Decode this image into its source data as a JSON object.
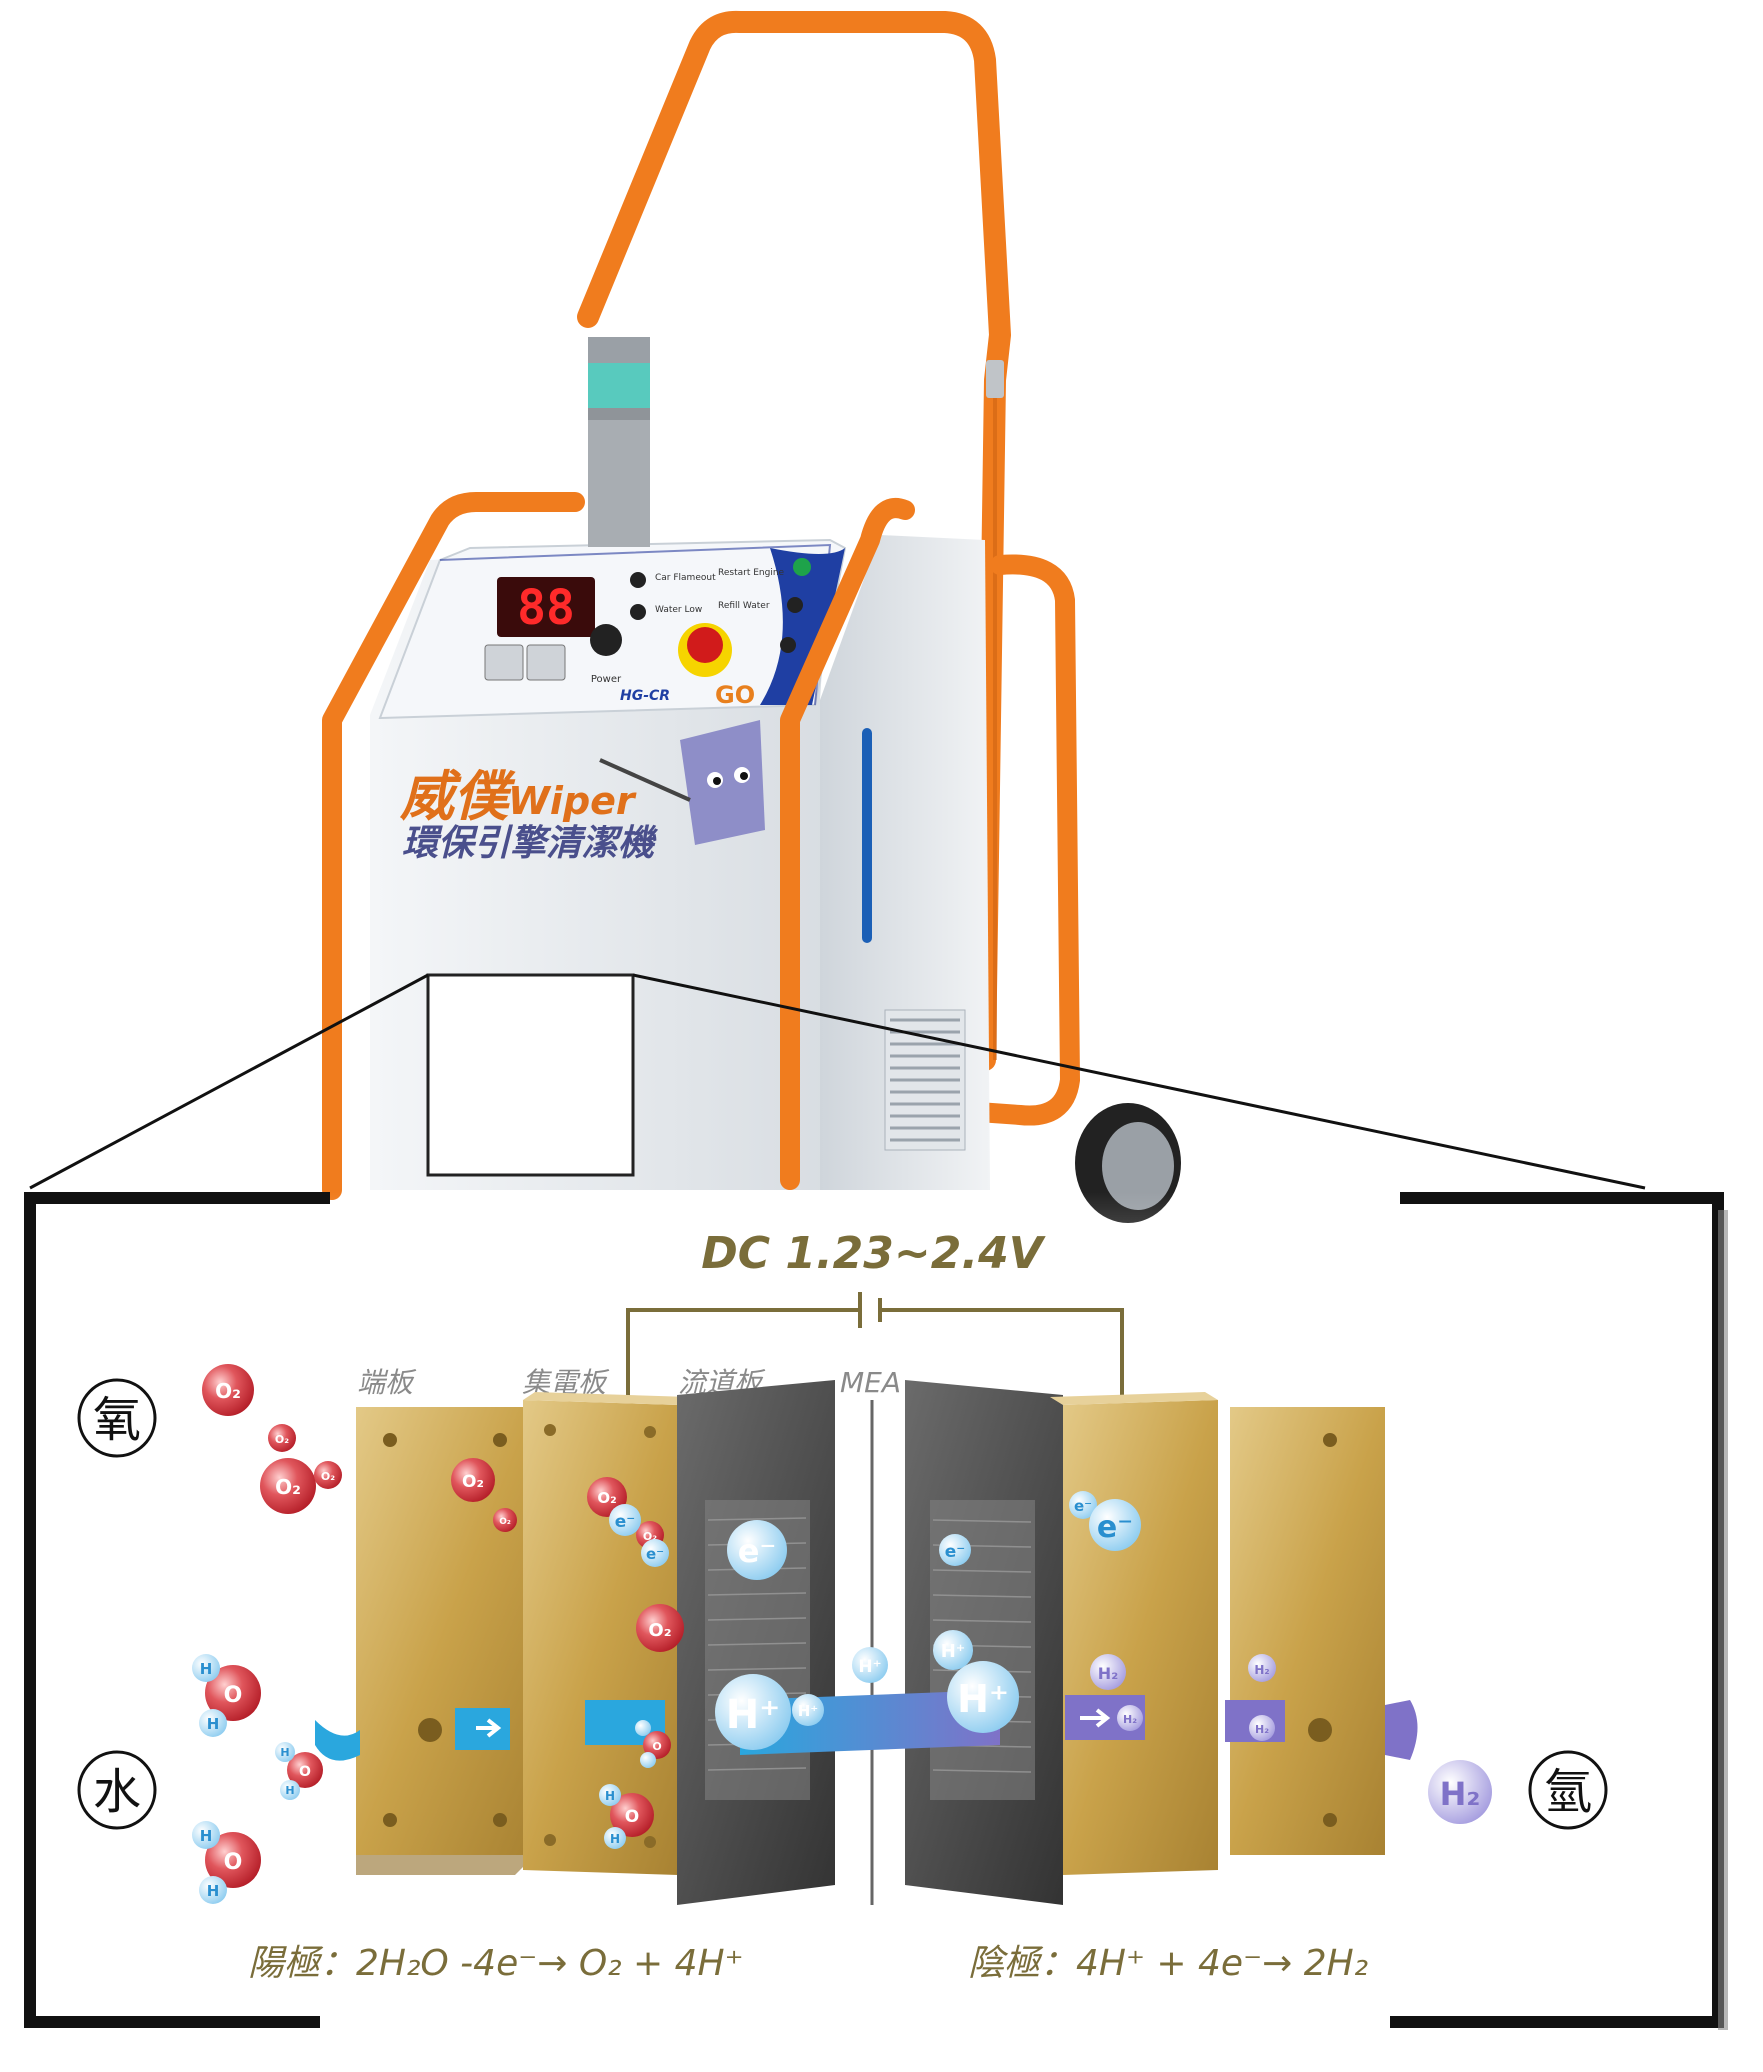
{
  "machine": {
    "brand_cn": "威僕",
    "brand_en": "Wiper",
    "subtitle": "環保引擎清潔機",
    "model": "HG-CR",
    "display": "88",
    "panel_labels": [
      "Car Flameout",
      "Restart Engine",
      "Water Low",
      "Refill Water",
      "Power"
    ],
    "logo": "GO"
  },
  "diagram": {
    "voltage": "DC 1.23~2.4V",
    "part_labels": [
      "端板",
      "集電板",
      "流道板",
      "MEA"
    ],
    "side_labels": {
      "oxygen": "氧",
      "water": "水",
      "hydrogen": "氫"
    },
    "anode_eq": "陽極：2H₂O -4e⁻→ O₂ + 4H⁺",
    "cathode_eq": "陰極：4H⁺ + 4e⁻→ 2H₂",
    "molecules": {
      "o2": "O₂",
      "h2": "H₂",
      "h_plus": "H⁺",
      "electron": "e⁻",
      "h": "H",
      "o": "O"
    }
  },
  "colors": {
    "frame_orange": "#f07c1e",
    "gold_plate": "#c9a24a",
    "dark_plate": "#4a4a4a",
    "water_flow": "#2aa7de",
    "h2_flow": "#7f72c8",
    "o2_red": "#d9343d",
    "label_olive": "#7a6d3a"
  }
}
